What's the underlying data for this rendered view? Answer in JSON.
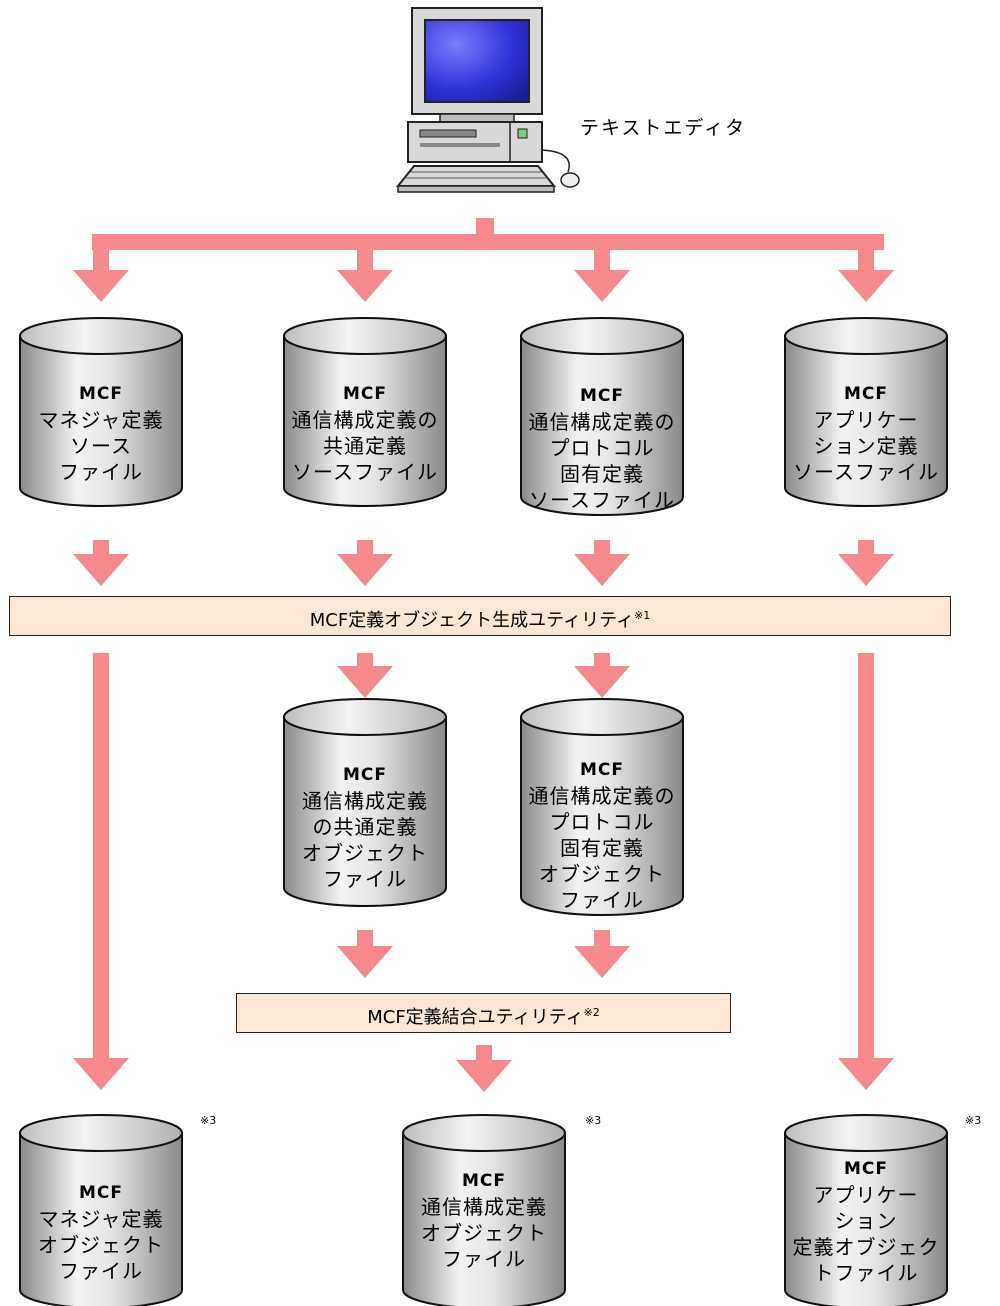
{
  "editor": {
    "label": "テキストエディタ"
  },
  "utilities": {
    "generate": {
      "label": "MCF定義オブジェクト生成ユティリティ",
      "note": "※1"
    },
    "combine": {
      "label": "MCF定義結合ユティリティ",
      "note": "※2"
    }
  },
  "sources": [
    {
      "title": "MCF",
      "lines": [
        "マネジャ定義",
        "ソース",
        "ファイル"
      ]
    },
    {
      "title": "MCF",
      "lines": [
        "通信構成定義の",
        "共通定義",
        "ソースファイル"
      ]
    },
    {
      "title": "MCF",
      "lines": [
        "通信構成定義の",
        "プロトコル",
        "固有定義",
        "ソースファイル"
      ]
    },
    {
      "title": "MCF",
      "lines": [
        "アプリケー",
        "ション定義",
        "ソースファイル"
      ]
    }
  ],
  "intermediates": [
    {
      "title": "MCF",
      "lines": [
        "通信構成定義",
        "の共通定義",
        "オブジェクト",
        "ファイル"
      ]
    },
    {
      "title": "MCF",
      "lines": [
        "通信構成定義の",
        "プロトコル",
        "固有定義",
        "オブジェクト",
        "ファイル"
      ]
    }
  ],
  "outputs": [
    {
      "title": "MCF",
      "lines": [
        "マネジャ定義",
        "オブジェクト",
        "ファイル"
      ],
      "note": "※3"
    },
    {
      "title": "MCF",
      "lines": [
        "通信構成定義",
        "オブジェクト",
        "ファイル"
      ],
      "note": "※3"
    },
    {
      "title": "MCF",
      "lines": [
        "アプリケー",
        "ション",
        "定義オブジェク",
        "トファイル"
      ],
      "note": "※3"
    }
  ],
  "colors": {
    "arrow": "#f6898b",
    "utility_fill": "#fbe7d3",
    "cylinder_light": "#f0f0f0",
    "cylinder_dark": "#9a9a9a"
  }
}
